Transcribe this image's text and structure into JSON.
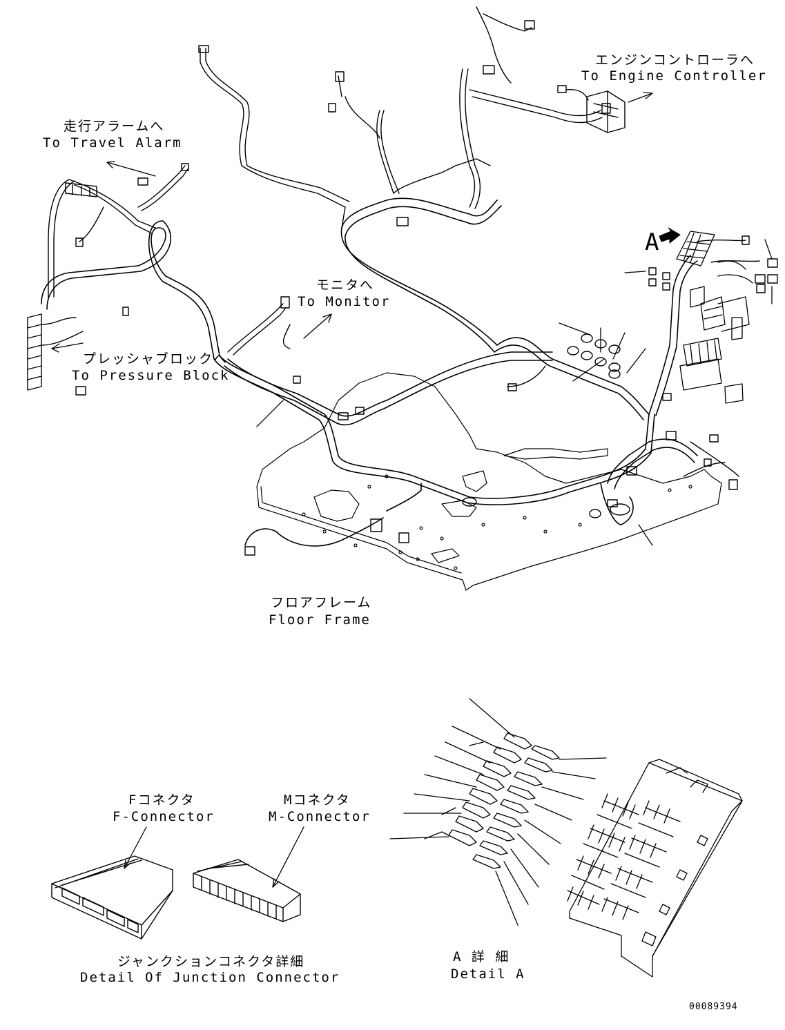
{
  "labels": {
    "engine_controller_jp": "エンジンコントローラへ",
    "engine_controller_en": "To Engine Controller",
    "travel_alarm_jp": "走行アラームへ",
    "travel_alarm_en": "To Travel Alarm",
    "monitor_jp": "モニタへ",
    "monitor_en": "To Monitor",
    "pressure_block_jp": "プレッシャブロックへ",
    "pressure_block_en": "To Pressure Block",
    "floor_frame_jp": "フロアフレーム",
    "floor_frame_en": "Floor Frame",
    "detail_marker": "A",
    "f_connector_jp": "Fコネクタ",
    "f_connector_en": "F-Connector",
    "m_connector_jp": "Mコネクタ",
    "m_connector_en": "M-Connector",
    "junction_detail_jp": "ジャンクションコネクタ詳細",
    "junction_detail_en": "Detail Of Junction Connector",
    "detail_a_jp": "A 詳 細",
    "detail_a_en": "Detail A",
    "drawing_number": "00089394"
  },
  "colors": {
    "line": "#000000",
    "background": "#ffffff"
  }
}
